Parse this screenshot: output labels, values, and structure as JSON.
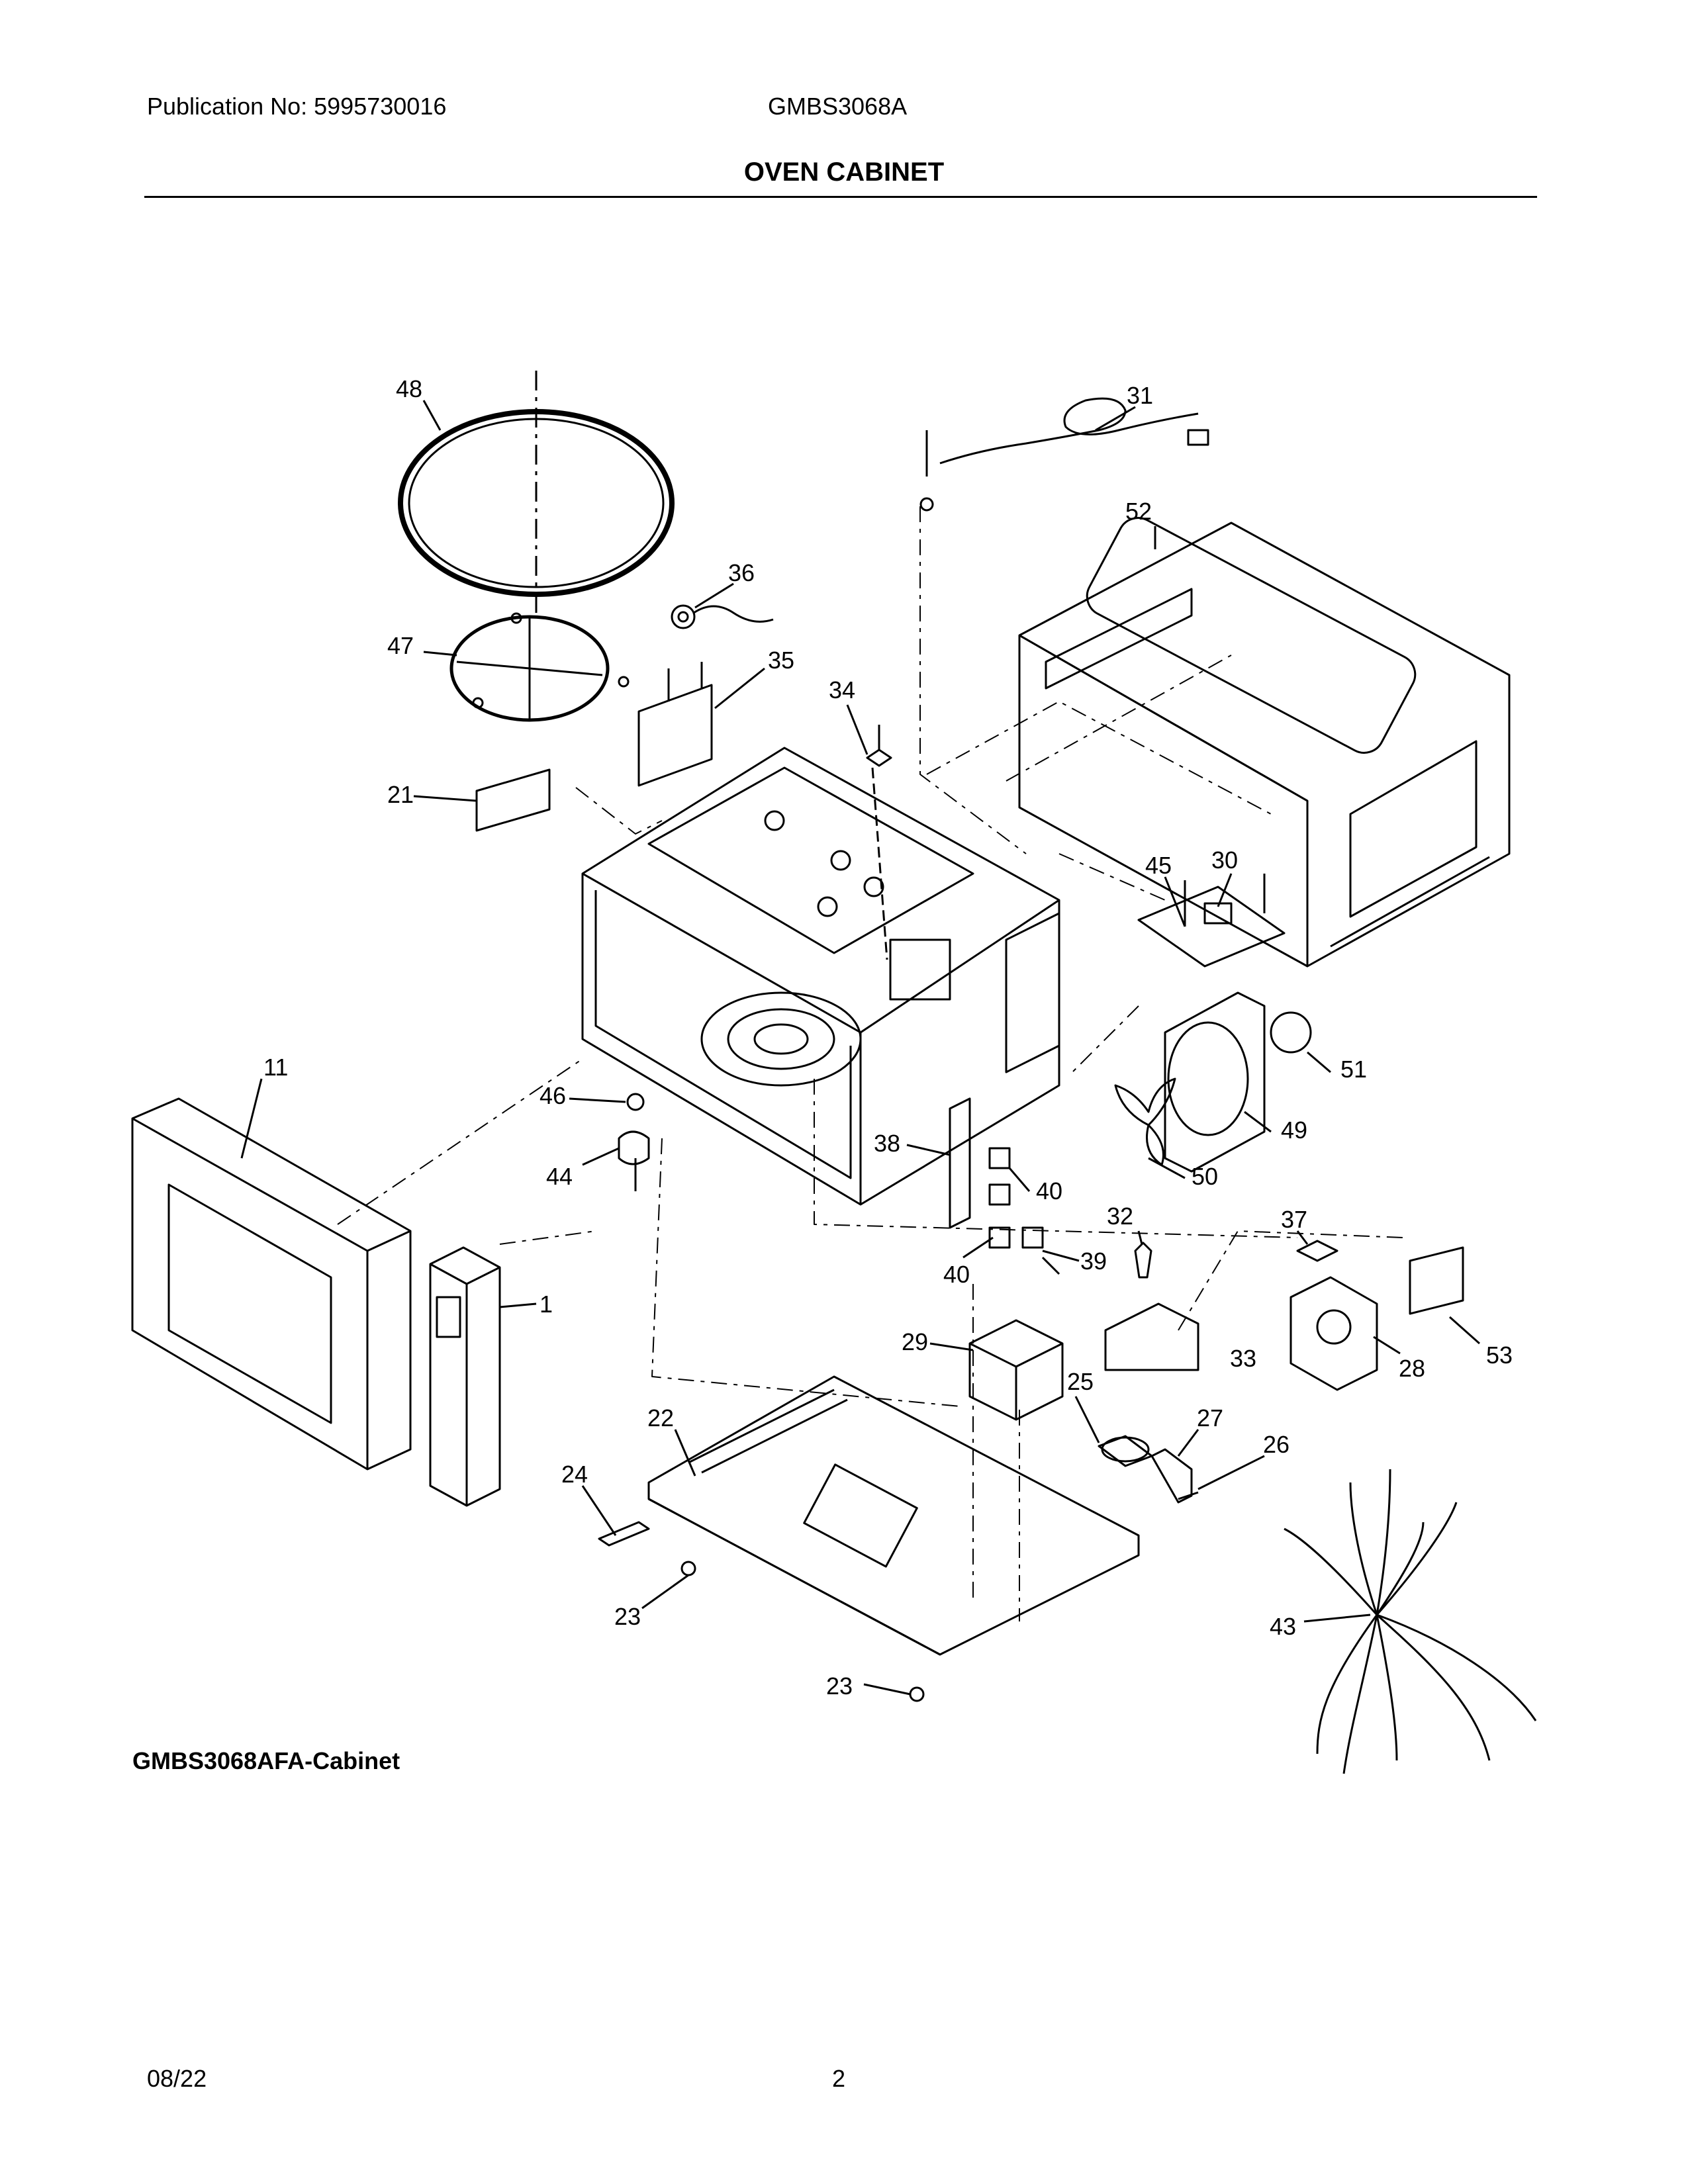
{
  "header": {
    "publication": "Publication No: 5995730016",
    "model": "GMBS3068A"
  },
  "section_title": "OVEN CABINET",
  "diagram": {
    "caption": "GMBS3068AFA-Cabinet",
    "callouts": [
      "48",
      "31",
      "52",
      "36",
      "47",
      "35",
      "34",
      "21",
      "45",
      "30",
      "11",
      "46",
      "51",
      "49",
      "44",
      "38",
      "50",
      "40",
      "37",
      "32",
      "40",
      "39",
      "1",
      "29",
      "33",
      "28",
      "53",
      "25",
      "22",
      "27",
      "24",
      "26",
      "23",
      "43",
      "23"
    ]
  },
  "footer": {
    "date": "08/22",
    "page": "2"
  }
}
